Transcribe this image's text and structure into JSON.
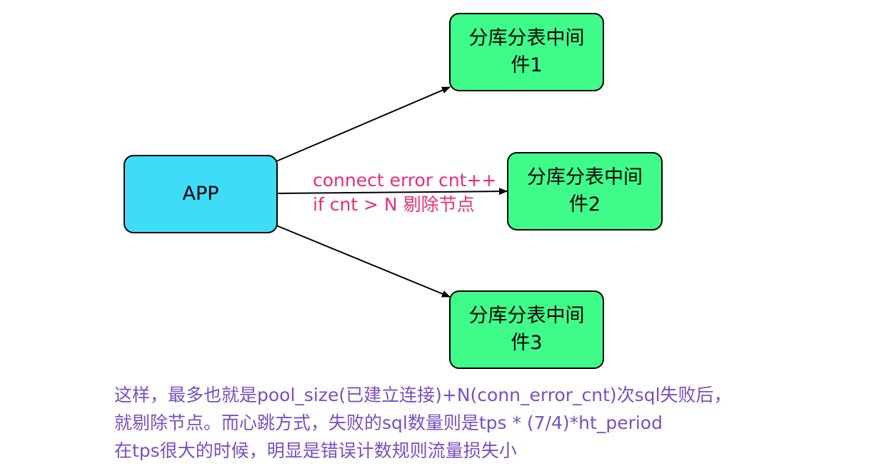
{
  "colors": {
    "app_fill": "#3fdcf7",
    "middleware_fill": "#3efb8a",
    "edge_label": "#ec2b7a",
    "note": "#7a4fc0",
    "stroke": "#000000"
  },
  "nodes": {
    "app": {
      "label": "APP"
    },
    "middleware_1": {
      "label": "分库分表中间\n件1"
    },
    "middleware_2": {
      "label": "分库分表中间\n件2"
    },
    "middleware_3": {
      "label": "分库分表中间\n件3"
    }
  },
  "edges": [
    {
      "from": "app",
      "to": "middleware_1"
    },
    {
      "from": "app",
      "to": "middleware_2"
    },
    {
      "from": "app",
      "to": "middleware_3"
    }
  ],
  "edge_label": {
    "line1": "connect error cnt++",
    "line2": "if cnt > N 剔除节点"
  },
  "note": {
    "line1": "这样，最多也就是pool_size(已建立连接)+N(conn_error_cnt)次sql失败后，",
    "line2": "就剔除节点。而心跳方式，失败的sql数量则是tps * (7/4)*ht_period",
    "line3": "在tps很大的时候，明显是错误计数规则流量损失小"
  }
}
